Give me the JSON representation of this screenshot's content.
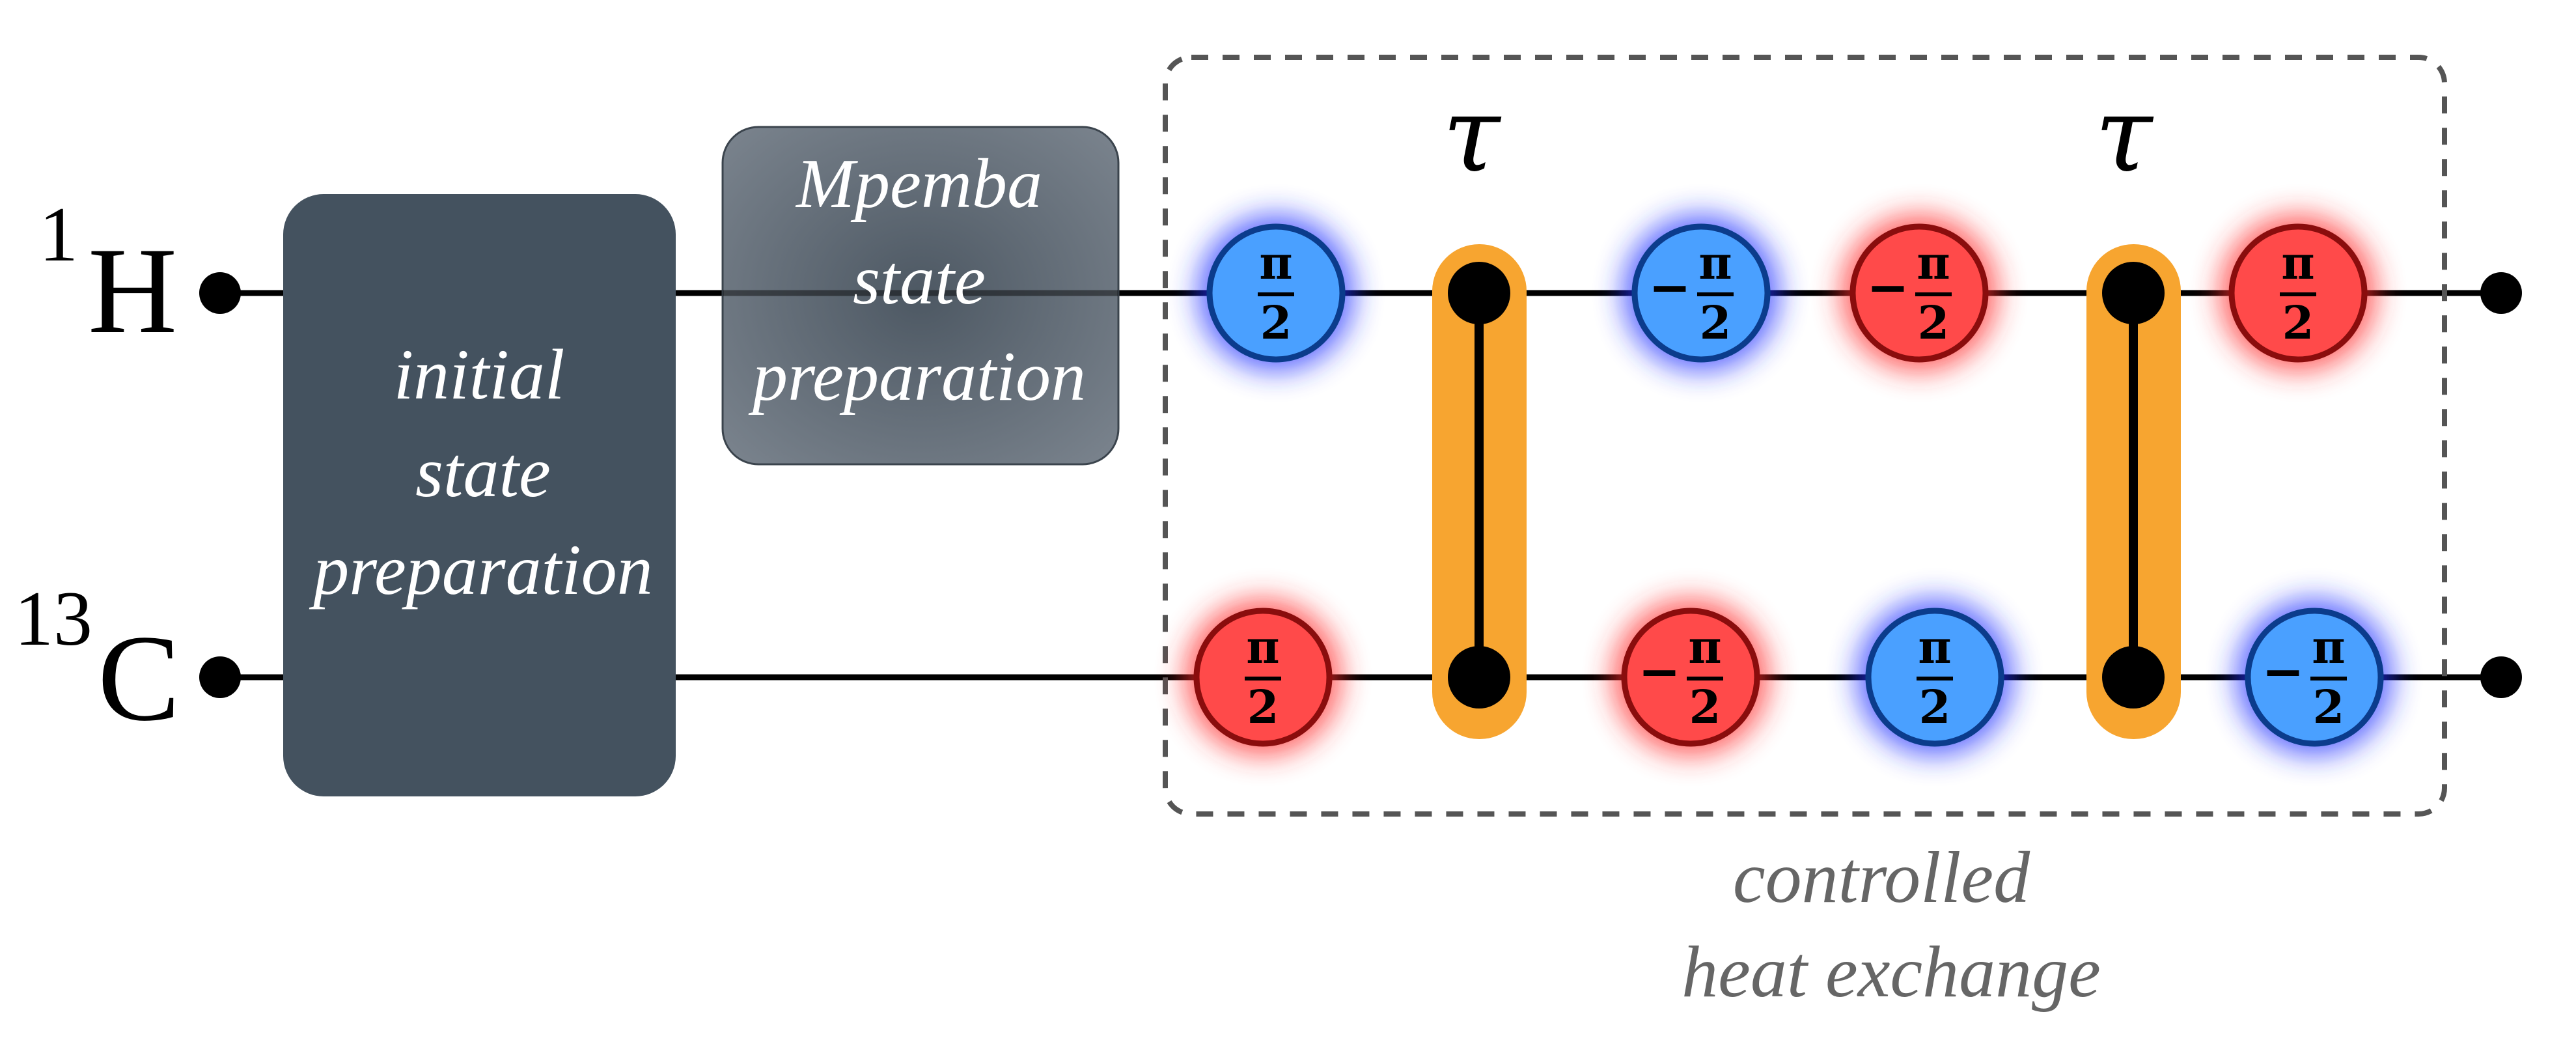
{
  "qubits": [
    {
      "id": "h",
      "mass": "1",
      "symbol": "H"
    },
    {
      "id": "c",
      "mass": "13",
      "symbol": "C"
    }
  ],
  "boxes": {
    "initial": {
      "lines": [
        "initial",
        "state",
        "preparation"
      ]
    },
    "mpemba": {
      "lines": [
        "Mpemba",
        "state",
        "preparation"
      ]
    }
  },
  "region": {
    "caption_lines": [
      "controlled",
      "heat exchange"
    ]
  },
  "couplings": [
    {
      "label": "τ"
    },
    {
      "label": "τ"
    }
  ],
  "gates": [
    {
      "qubit": "h",
      "color": "blue",
      "sign": "",
      "num": "π",
      "den": "2"
    },
    {
      "qubit": "c",
      "color": "red",
      "sign": "",
      "num": "π",
      "den": "2"
    },
    {
      "qubit": "h",
      "color": "blue",
      "sign": "−",
      "num": "π",
      "den": "2"
    },
    {
      "qubit": "c",
      "color": "red",
      "sign": "−",
      "num": "π",
      "den": "2"
    },
    {
      "qubit": "h",
      "color": "red",
      "sign": "−",
      "num": "π",
      "den": "2"
    },
    {
      "qubit": "c",
      "color": "blue",
      "sign": "",
      "num": "π",
      "den": "2"
    },
    {
      "qubit": "h",
      "color": "red",
      "sign": "",
      "num": "π",
      "den": "2"
    },
    {
      "qubit": "c",
      "color": "blue",
      "sign": "−",
      "num": "π",
      "den": "2"
    }
  ],
  "colors": {
    "blue_fill": "#4aa0ff",
    "blue_stroke": "#0b3c8c",
    "blue_glow": "#2233ff",
    "red_fill": "#ff4a4a",
    "red_stroke": "#8a0d0d",
    "red_glow": "#ff2a2a",
    "coupling": "#f7a530",
    "initial_box": "#44525f",
    "mpemba_box": "#6b7580",
    "wire": "#000000"
  }
}
